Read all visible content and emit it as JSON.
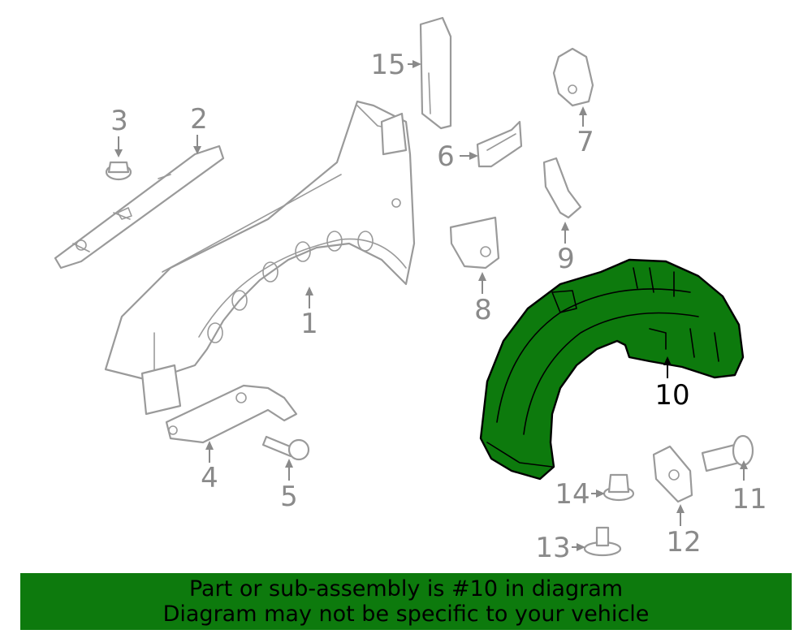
{
  "callouts": {
    "c1": "1",
    "c2": "2",
    "c3": "3",
    "c4": "4",
    "c5": "5",
    "c6": "6",
    "c7": "7",
    "c8": "8",
    "c9": "9",
    "c10": "10",
    "c11": "11",
    "c12": "12",
    "c13": "13",
    "c14": "14",
    "c15": "15"
  },
  "highlighted_part": "10",
  "colors": {
    "highlight": "#0d7a0d",
    "line": "#9a9a9a",
    "banner": "#0d7a0d"
  },
  "banner": {
    "line1": "Part or sub-assembly is #10 in diagram",
    "line2": "Diagram may not be specific to your vehicle"
  }
}
